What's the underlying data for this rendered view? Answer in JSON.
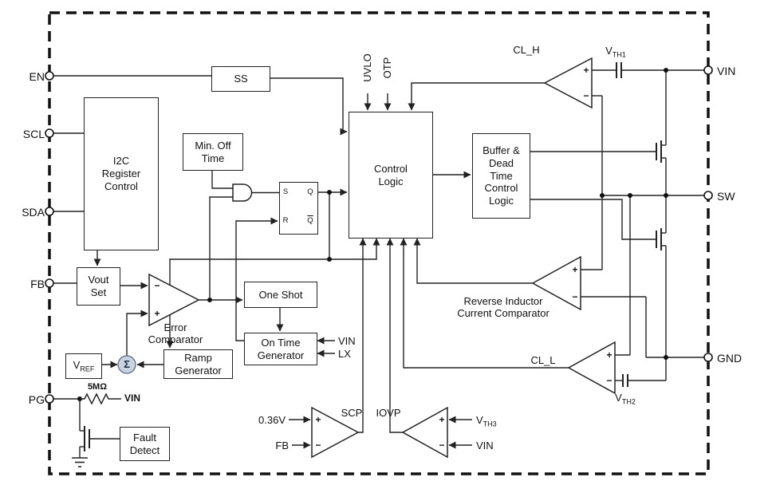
{
  "pins": {
    "en": "EN",
    "scl": "SCL",
    "sda": "SDA",
    "fb": "FB",
    "pg": "PG",
    "vin": "VIN",
    "sw": "SW",
    "gnd": "GND"
  },
  "blocks": {
    "ss": "SS",
    "i2c": "I2C\nRegister\nControl",
    "min_off": "Min. Off\nTime",
    "control_logic": "Control\nLogic",
    "buffer": "Buffer &\nDead\nTime\nControl\nLogic",
    "vout_set": "Vout\nSet",
    "one_shot": "One Shot",
    "on_time": "On Time\nGenerator",
    "ramp": "Ramp\nGenerator",
    "fault": "Fault\nDetect"
  },
  "latch": {
    "s": "S",
    "q": "Q",
    "r": "R",
    "qbar": "Q"
  },
  "comparators": {
    "cl_h": "CL_H",
    "cl_l": "CL_L",
    "scp": "SCP",
    "iovp": "IOVP",
    "error": "Error\nComparator",
    "ric": "Reverse Inductor\nCurrent Comparator",
    "plus": "+",
    "minus": "−"
  },
  "signals": {
    "uvlo": "UVLO",
    "otp": "OTP",
    "scp_ref": "0.36V",
    "scp_fb": "FB",
    "iovp_vin": "VIN",
    "ontime_vin": "VIN",
    "ontime_lx": "LX",
    "pg_resistor": "5MΩ",
    "pg_vin": "VIN",
    "sigma": "Σ"
  },
  "sub_labels": {
    "vref": {
      "base": "V",
      "sub": "REF"
    },
    "vth1": {
      "base": "V",
      "sub": "TH1"
    },
    "vth2": {
      "base": "V",
      "sub": "TH2"
    },
    "vth3": {
      "base": "V",
      "sub": "TH3"
    }
  },
  "colors": {
    "wire": "#222222",
    "text": "#111111",
    "sigma_fill": "#c9d3e0",
    "background": "#ffffff"
  }
}
